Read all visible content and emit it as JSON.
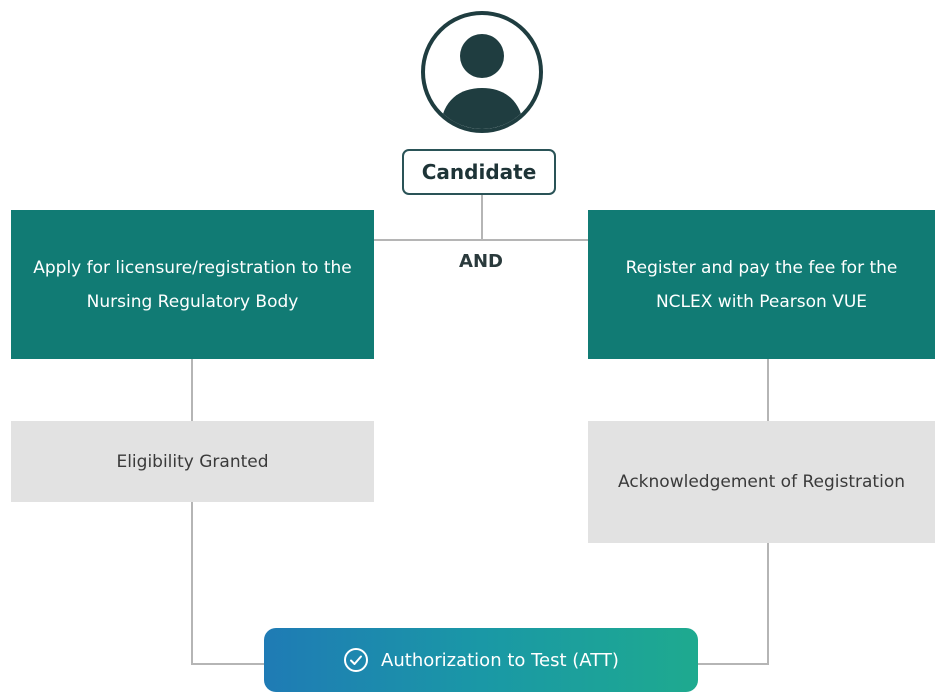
{
  "candidate": {
    "label": "Candidate",
    "icon": "user-avatar-icon"
  },
  "connector": {
    "and_label": "AND"
  },
  "left_branch": {
    "step1": "Apply for licensure/registration to the Nursing Regulatory Body",
    "step2": "Eligibility Granted"
  },
  "right_branch": {
    "step1": "Register and pay the fee for the NCLEX with Pearson VUE",
    "step2": "Acknowledgement of Registration"
  },
  "result": {
    "label": "Authorization to Test (ATT)",
    "icon": "check-circle-icon"
  },
  "colors": {
    "teal": "#117b74",
    "grey": "#e2e2e2",
    "avatar": "#1f3d40",
    "line": "#b5b5b5",
    "gradient_start": "#1f7bb5",
    "gradient_end": "#1eaa8f"
  }
}
